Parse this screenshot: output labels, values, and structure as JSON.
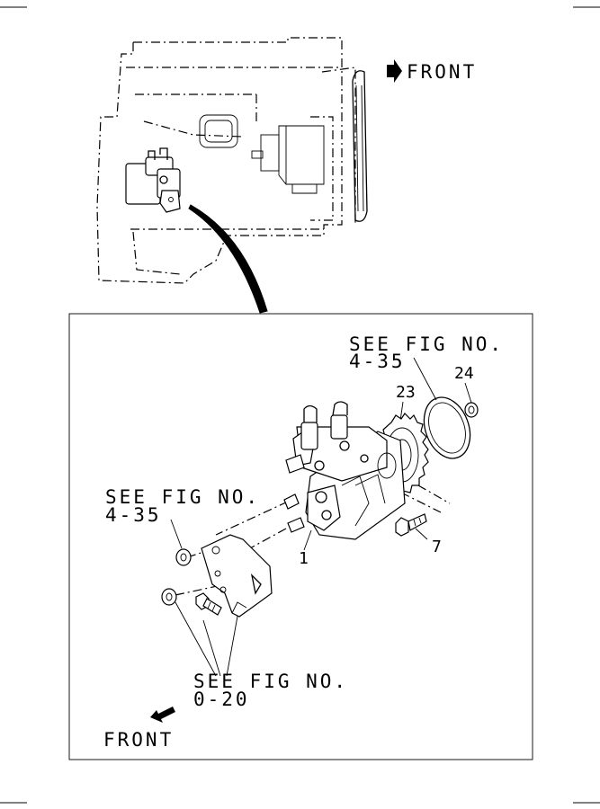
{
  "labels": {
    "front_top": "FRONT",
    "front_bottom": "FRONT",
    "see_fig_a_line1": "SEE FIG NO.",
    "see_fig_a_line2": "4-35",
    "see_fig_b_line1": "SEE FIG NO.",
    "see_fig_b_line2": "4-35",
    "see_fig_c_line1": "SEE FIG NO.",
    "see_fig_c_line2": "0-20"
  },
  "callouts": {
    "part_1": "1",
    "part_7": "7",
    "part_23": "23",
    "part_24": "24"
  },
  "icons": {
    "front_top_arrow": "right-arrow-icon",
    "front_bottom_arrow": "down-left-arrow-icon"
  }
}
